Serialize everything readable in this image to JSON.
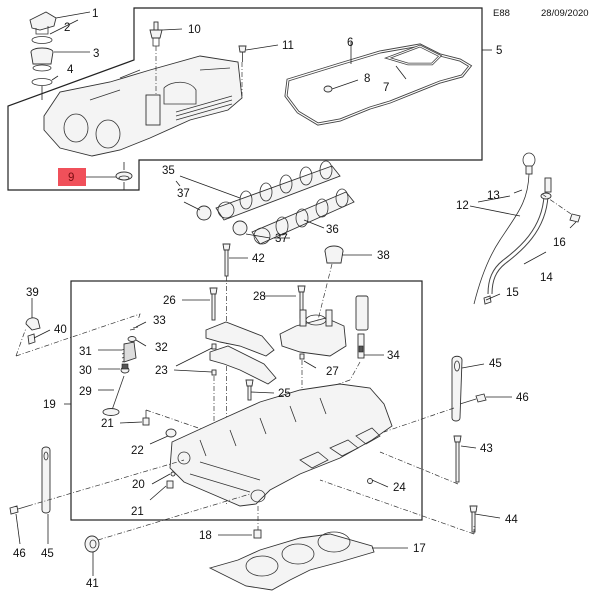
{
  "header": {
    "code": "E88",
    "date": "28/09/2020"
  },
  "highlight": {
    "part_number": "9",
    "color": "#f0505a"
  },
  "callouts": [
    {
      "id": "1",
      "label": "1"
    },
    {
      "id": "2",
      "label": "2"
    },
    {
      "id": "3",
      "label": "3"
    },
    {
      "id": "4",
      "label": "4"
    },
    {
      "id": "5",
      "label": "5"
    },
    {
      "id": "6",
      "label": "6"
    },
    {
      "id": "7",
      "label": "7"
    },
    {
      "id": "8",
      "label": "8"
    },
    {
      "id": "9",
      "label": "9"
    },
    {
      "id": "10",
      "label": "10"
    },
    {
      "id": "11",
      "label": "11"
    },
    {
      "id": "12",
      "label": "12"
    },
    {
      "id": "13",
      "label": "13"
    },
    {
      "id": "14",
      "label": "14"
    },
    {
      "id": "15",
      "label": "15"
    },
    {
      "id": "16",
      "label": "16"
    },
    {
      "id": "17",
      "label": "17"
    },
    {
      "id": "18",
      "label": "18"
    },
    {
      "id": "19",
      "label": "19"
    },
    {
      "id": "20",
      "label": "20"
    },
    {
      "id": "21a",
      "label": "21"
    },
    {
      "id": "21b",
      "label": "21"
    },
    {
      "id": "22",
      "label": "22"
    },
    {
      "id": "23",
      "label": "23"
    },
    {
      "id": "24",
      "label": "24"
    },
    {
      "id": "25",
      "label": "25"
    },
    {
      "id": "26",
      "label": "26"
    },
    {
      "id": "27",
      "label": "27"
    },
    {
      "id": "28",
      "label": "28"
    },
    {
      "id": "29",
      "label": "29"
    },
    {
      "id": "30",
      "label": "30"
    },
    {
      "id": "31",
      "label": "31"
    },
    {
      "id": "32",
      "label": "32"
    },
    {
      "id": "33",
      "label": "33"
    },
    {
      "id": "34",
      "label": "34"
    },
    {
      "id": "35",
      "label": "35"
    },
    {
      "id": "36",
      "label": "36"
    },
    {
      "id": "37a",
      "label": "37"
    },
    {
      "id": "37b",
      "label": "37"
    },
    {
      "id": "38",
      "label": "38"
    },
    {
      "id": "39",
      "label": "39"
    },
    {
      "id": "40",
      "label": "40"
    },
    {
      "id": "41",
      "label": "41"
    },
    {
      "id": "42",
      "label": "42"
    },
    {
      "id": "43",
      "label": "43"
    },
    {
      "id": "44",
      "label": "44"
    },
    {
      "id": "45a",
      "label": "45"
    },
    {
      "id": "45b",
      "label": "45"
    },
    {
      "id": "46a",
      "label": "46"
    },
    {
      "id": "46b",
      "label": "46"
    }
  ]
}
